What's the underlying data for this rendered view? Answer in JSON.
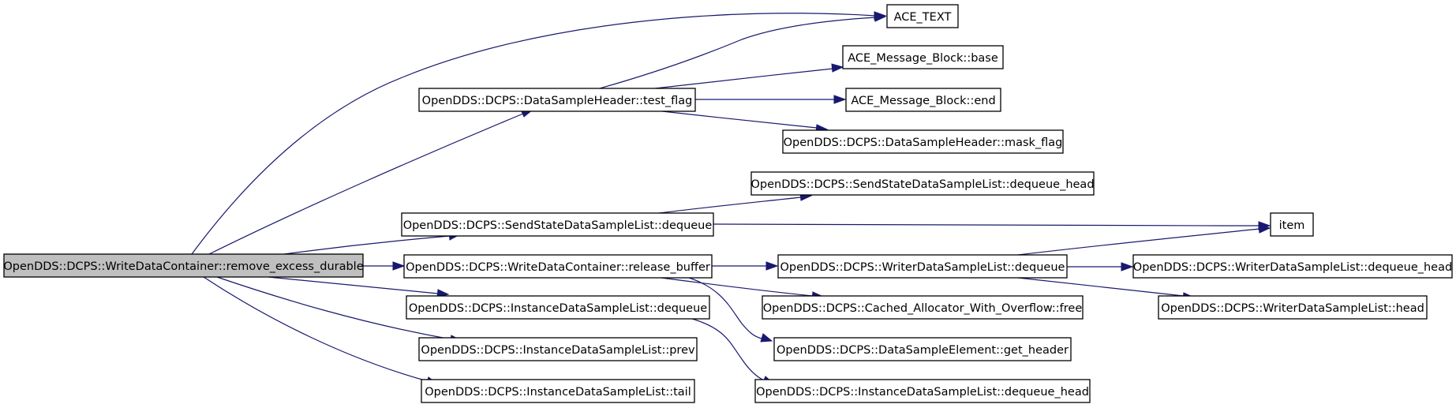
{
  "nodes": {
    "root": "OpenDDS::DCPS::WriteDataContainer::remove_excess_durable",
    "ace_text": "ACE_TEXT",
    "test_flag": "OpenDDS::DCPS::DataSampleHeader::test_flag",
    "mb_base": "ACE_Message_Block::base",
    "mb_end": "ACE_Message_Block::end",
    "mask_flag": "OpenDDS::DCPS::DataSampleHeader::mask_flag",
    "ss_dequeue_head": "OpenDDS::DCPS::SendStateDataSampleList::dequeue_head",
    "ss_dequeue": "OpenDDS::DCPS::SendStateDataSampleList::dequeue",
    "item": "item",
    "release_buffer": "OpenDDS::DCPS::WriteDataContainer::release_buffer",
    "wds_dequeue": "OpenDDS::DCPS::WriterDataSampleList::dequeue",
    "wds_dequeue_head": "OpenDDS::DCPS::WriterDataSampleList::dequeue_head",
    "ids_dequeue": "OpenDDS::DCPS::InstanceDataSampleList::dequeue",
    "cached_free": "OpenDDS::DCPS::Cached_Allocator_With_Overflow::free",
    "wds_head": "OpenDDS::DCPS::WriterDataSampleList::head",
    "ids_prev": "OpenDDS::DCPS::InstanceDataSampleList::prev",
    "get_header": "OpenDDS::DCPS::DataSampleElement::get_header",
    "ids_tail": "OpenDDS::DCPS::InstanceDataSampleList::tail",
    "ids_dequeue_head": "OpenDDS::DCPS::InstanceDataSampleList::dequeue_head"
  },
  "edges": [
    [
      "root",
      "ace_text"
    ],
    [
      "root",
      "test_flag"
    ],
    [
      "root",
      "ss_dequeue"
    ],
    [
      "root",
      "release_buffer"
    ],
    [
      "root",
      "ids_dequeue"
    ],
    [
      "root",
      "ids_prev"
    ],
    [
      "root",
      "ids_tail"
    ],
    [
      "test_flag",
      "ace_text"
    ],
    [
      "test_flag",
      "mb_base"
    ],
    [
      "test_flag",
      "mb_end"
    ],
    [
      "test_flag",
      "mask_flag"
    ],
    [
      "ss_dequeue",
      "ss_dequeue_head"
    ],
    [
      "ss_dequeue",
      "item"
    ],
    [
      "release_buffer",
      "wds_dequeue"
    ],
    [
      "release_buffer",
      "cached_free"
    ],
    [
      "release_buffer",
      "get_header"
    ],
    [
      "wds_dequeue",
      "item"
    ],
    [
      "wds_dequeue",
      "wds_dequeue_head"
    ],
    [
      "wds_dequeue",
      "wds_head"
    ],
    [
      "ids_dequeue",
      "ids_dequeue_head"
    ]
  ],
  "colors": {
    "edge": "#191970",
    "root_fill": "#bfbfbf",
    "node_fill": "#ffffff",
    "border": "#000000"
  }
}
